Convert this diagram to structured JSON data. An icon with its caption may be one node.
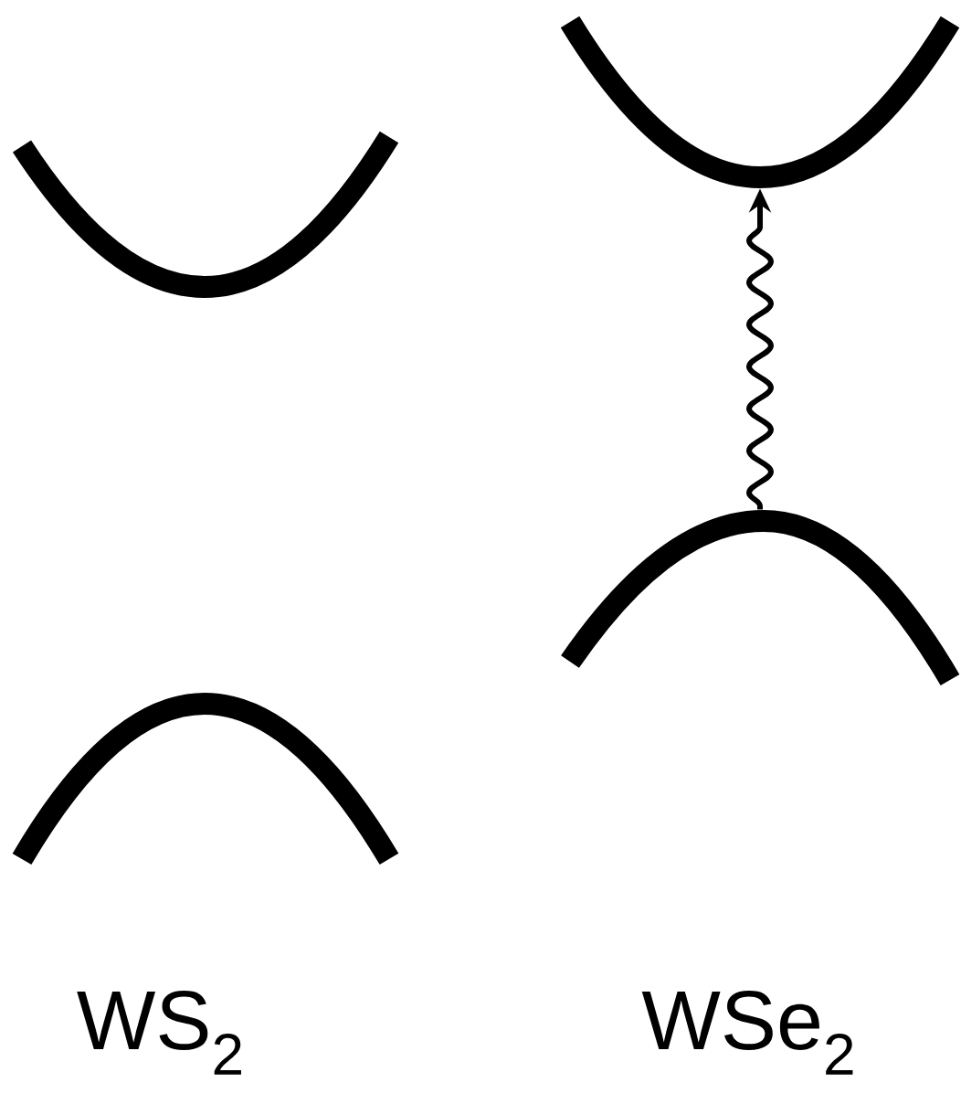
{
  "diagram": {
    "nodes": [
      {
        "text": [],
        "shape": "curve"
      },
      {
        "text": [],
        "shape": "curve"
      },
      {
        "text": [],
        "shape": "curve"
      },
      {
        "text": [],
        "shape": "curve"
      }
    ],
    "edges": [
      {
        "from": 3,
        "to": 2,
        "arrow": "to"
      }
    ],
    "labels": [
      "WS$_{2}$",
      "WSe$_{2}$"
    ]
  }
}
